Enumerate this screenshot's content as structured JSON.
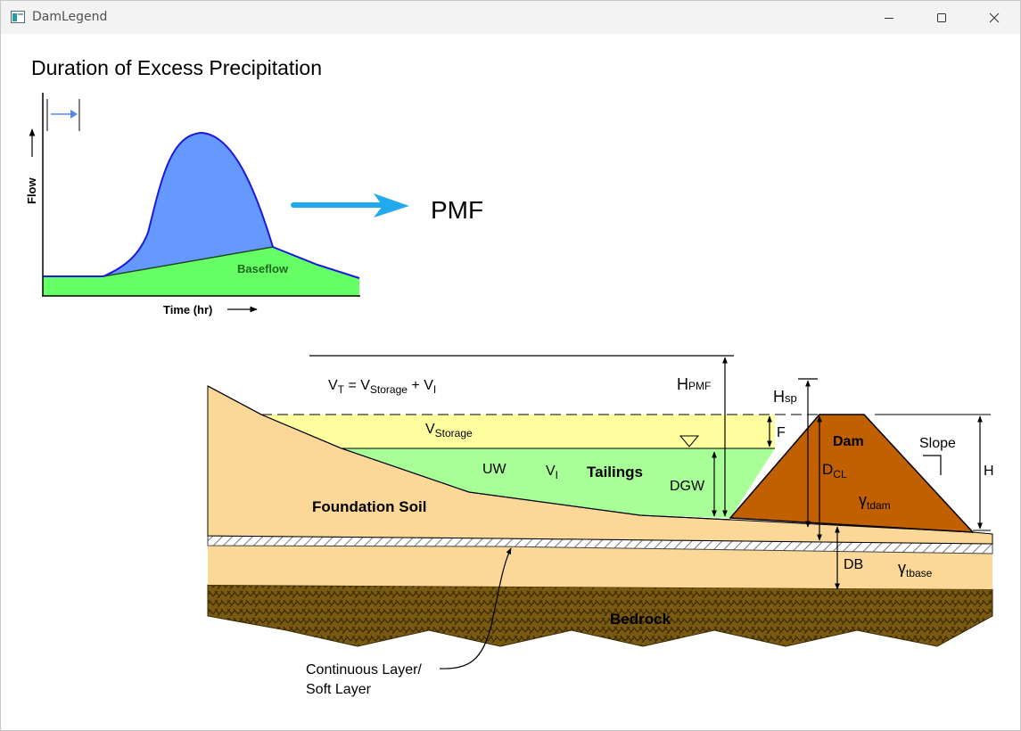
{
  "window": {
    "title": "DamLegend",
    "icons": {
      "app": "app-window-icon",
      "minimize": "minimize-icon",
      "maximize": "maximize-icon",
      "close": "close-icon"
    }
  },
  "hydrograph": {
    "title": "Duration of Excess Precipitation",
    "y_label": "Flow",
    "x_label": "Time (hr)",
    "baseflow_label": "Baseflow",
    "result_label": "PMF",
    "colors": {
      "runoff": "#6699ff",
      "baseflow": "#66ff66",
      "arrow": "#22aaee"
    }
  },
  "dam": {
    "eq": {
      "vt": "V",
      "vt_sub": "T",
      "eq_sign": " = ",
      "vs": "V",
      "vs_sub": "Storage",
      "plus": " + ",
      "vi": "V",
      "vi_sub": "I"
    },
    "v_storage": {
      "main": "V",
      "sub": "Storage"
    },
    "uw": "UW",
    "v_i": {
      "main": "V",
      "sub": "I"
    },
    "tailings": "Tailings",
    "dgw": "DGW",
    "h_pmf": {
      "main": "H",
      "sub": "PMF"
    },
    "h_sp": {
      "main": "H",
      "sub": "sp"
    },
    "freeboard": "F",
    "dam": "Dam",
    "d_cl": {
      "main": "D",
      "sub": "CL"
    },
    "gamma_tdam": {
      "main": "γ",
      "sub": "tdam"
    },
    "slope": "Slope",
    "height": "H",
    "foundation": "Foundation Soil",
    "db": "DB",
    "gamma_tbase": {
      "main": "γ",
      "sub": "tbase"
    },
    "bedrock": "Bedrock",
    "continuous_layer": "Continuous Layer/",
    "soft_layer": "Soft Layer",
    "colors": {
      "foundation": "#fbd898",
      "storage": "#ffffa0",
      "tailings": "#a8ff98",
      "dam": "#c06000",
      "bedrock": "#7a5a10"
    }
  }
}
